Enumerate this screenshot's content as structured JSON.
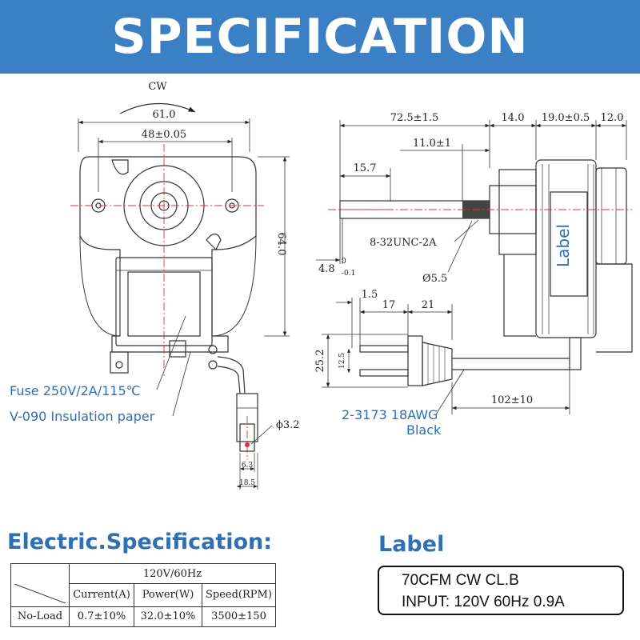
{
  "header": {
    "title": "SPECIFICATION"
  },
  "front_view": {
    "rotation": "CW",
    "width_outer": "61.0",
    "mount_spacing": "48±0.05",
    "height": "64.0",
    "fuse_note": "Fuse 250V/2A/115℃",
    "insulation_note": "V-090 Insulation paper",
    "terminal_dia": "ϕ3.2",
    "terminal_w1": "6.3",
    "terminal_w2": "18.5"
  },
  "side_view": {
    "shaft_length": "72.5±1.5",
    "dim_14": "14.0",
    "dim_19": "19.0±0.5",
    "dim_12": "12.0",
    "thread_length": "11.0±1",
    "flat_length": "15.7",
    "thread_spec": "8-32UNC-2A",
    "flat_depth": "4.8",
    "flat_tol_upper": "0",
    "flat_tol_lower": "-0.1",
    "shaft_dia": "Ø5.5",
    "motor_label": "Label"
  },
  "plug_view": {
    "pin_thickness": "1.5",
    "pin_length": "17",
    "body_length": "21",
    "height": "25.2",
    "pin_spacing": "12.5",
    "cord_length": "102±10",
    "cord_spec": "2-3173 18AWG",
    "cord_color": "Black"
  },
  "electric": {
    "title": "Electric.Specification:",
    "supply": "120V/60Hz",
    "headers": [
      "Current(A)",
      "Power(W)",
      "Speed(RPM)"
    ],
    "rows": [
      {
        "condition": "No-Load",
        "current": "0.7±10%",
        "power": "32.0±10%",
        "speed": "3500±150"
      }
    ]
  },
  "label": {
    "title": "Label",
    "line1": "70CFM CW CL.B",
    "line2": "INPUT: 120V 60Hz 0.9A"
  },
  "colors": {
    "accent": "#3b7fc4",
    "text_blue": "#2f6fb3",
    "centerline": "#e0303a"
  }
}
